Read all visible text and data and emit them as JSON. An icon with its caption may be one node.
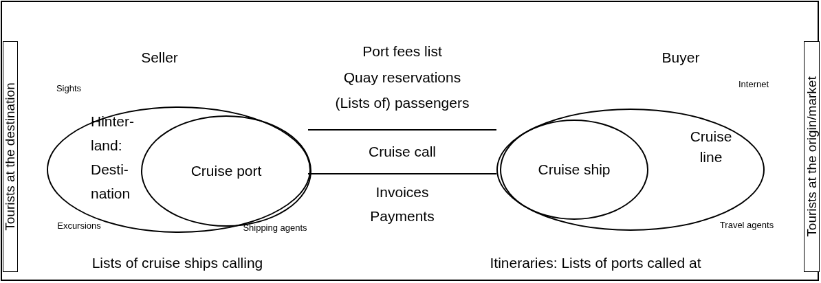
{
  "diagram": {
    "nodes": [
      {
        "text": [
          "Tourists at the destination"
        ]
      },
      {
        "text": [
          "Hinter- land: Desti- nation"
        ]
      },
      {
        "text": [
          "Cruise port"
        ],
        "in": 1
      },
      {
        "text": [
          "Cruise call"
        ]
      },
      {
        "text": [
          "Cruise line"
        ]
      },
      {
        "text": [
          "Cruise ship"
        ],
        "in": 4
      },
      {
        "text": [
          "Tourists at the origin/market"
        ]
      }
    ],
    "labels": [
      "Port fees list",
      "Seller",
      "Buyer",
      "Quay reservations",
      "Sights",
      "Internet",
      "(Lists of) passengers",
      "Invoices",
      "Payments",
      "Excursions",
      "Shipping agents",
      "Travel agents",
      "Lists of cruise ships calling",
      "Itineraries: Lists of ports called at"
    ]
  }
}
